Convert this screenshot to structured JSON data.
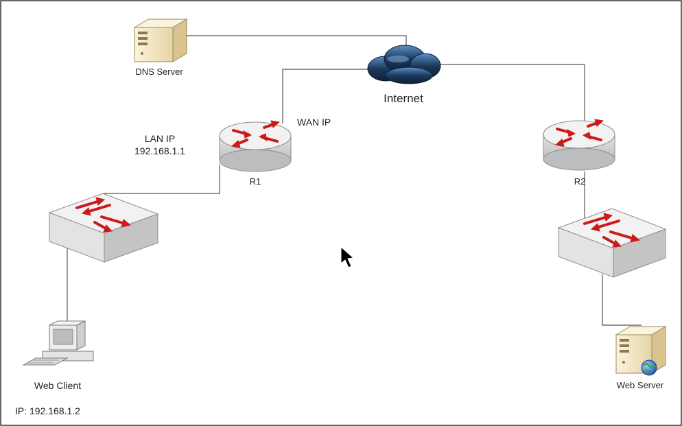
{
  "nodes": {
    "dns_server": {
      "label": "DNS Server"
    },
    "internet": {
      "label": "Internet"
    },
    "r1": {
      "label": "R1"
    },
    "r2": {
      "label": "R2"
    },
    "web_client": {
      "label": "Web Client"
    },
    "web_server": {
      "label": "Web Server"
    },
    "switch_left": {
      "icon": "switch-icon"
    },
    "switch_right": {
      "icon": "switch-icon"
    }
  },
  "annotations": {
    "wan_ip": "WAN IP",
    "lan_ip_title": "LAN IP",
    "lan_ip_value": "192.168.1.1",
    "client_ip": "IP: 192.168.1.2"
  },
  "colors": {
    "link": "#555555",
    "arrow": "#cc1a1a",
    "cloud": "#1c3a5e",
    "device_top": "#f2f2f2",
    "device_side": "#d9d9d9",
    "server_body": "#f3e7c7",
    "globe": "#2f6fc8"
  }
}
